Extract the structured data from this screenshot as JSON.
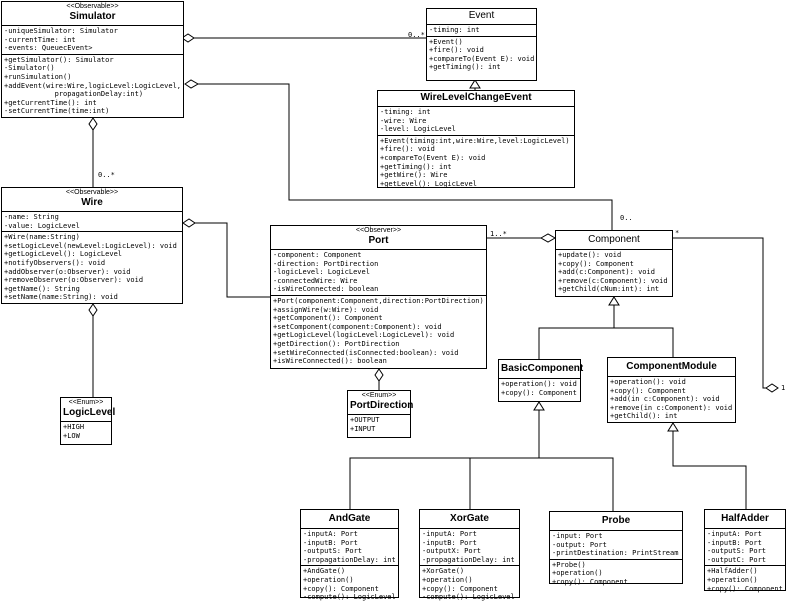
{
  "classes": {
    "simulator": {
      "stereotype": "<<Observable>>",
      "name": "Simulator",
      "fields": [
        "-uniqueSimulator: Simulator",
        "-currentTime: int",
        "-events: QueuecEvent>"
      ],
      "methods": [
        "+getSimulator(): Simulator",
        "-Simulator()",
        "+runSimulation()",
        "+addEvent(wire:Wire,logicLevel:LogicLevel,",
        "            propagationDelay:int)",
        "+getCurrentTime(): int",
        "-setCurrentTime(time:int)"
      ]
    },
    "event": {
      "name": "Event",
      "fields": [
        "-timing: int"
      ],
      "methods": [
        "+Event()",
        "+fire(): void",
        "+compareTo(Event E): void",
        "+getTiming(): int"
      ]
    },
    "wire_level_change_event": {
      "name": "WireLevelChangeEvent",
      "fields": [
        "-timing: int",
        "-wire: Wire",
        "-level: LogicLevel"
      ],
      "methods": [
        "+Event(timing:int,wire:Wire,level:LogicLevel)",
        "+fire(): void",
        "+compareTo(Event E): void",
        "+getTiming(): int",
        "+getWire(): Wire",
        "+getLevel(): LogicLevel"
      ]
    },
    "wire": {
      "stereotype": "<<Observable>>",
      "name": "Wire",
      "fields": [
        "-name: String",
        "-value: LogicLevel"
      ],
      "methods": [
        "+Wire(name:String)",
        "+setLogicLevel(newLevel:LogicLevel): void",
        "+getLogicLevel(): LogicLevel",
        "+notifyObservers(): void",
        "+addObserver(o:Observer): void",
        "+removeObserver(o:Observer): void",
        "+getName(): String",
        "+setName(name:String): void"
      ]
    },
    "port": {
      "stereotype": "<<Observer>>",
      "name": "Port",
      "fields": [
        "-component: Component",
        "-direction: PortDirection",
        "-logicLevel: LogicLevel",
        "-connectedWire: Wire",
        "-isWireConnected: boolean"
      ],
      "methods": [
        "+Port(component:Component,direction:PortDirection)",
        "+assignWire(w:Wire): void",
        "+getComponent(): Component",
        "+setComponent(component:Component): void",
        "+getLogicLevel(logicLevel:LogicLevel): void",
        "+getDirection(): PortDirection",
        "+setWireConnected(isConnected:boolean): void",
        "+isWireConnected(): boolean"
      ]
    },
    "component": {
      "name": "Component",
      "methods": [
        "+update(): void",
        "+copy(): Component",
        "+add(c:Component): void",
        "+remove(c:Component): void",
        "+getChild(cNum:int): int"
      ]
    },
    "logic_level": {
      "stereotype": "<<Enum>>",
      "name": "LogicLevel",
      "values": [
        "+HIGH",
        "+LOW"
      ]
    },
    "port_direction": {
      "stereotype": "<<Enum>>",
      "name": "PortDirection",
      "values": [
        "+OUTPUT",
        "+INPUT"
      ]
    },
    "basic_component": {
      "name": "BasicComponent",
      "methods": [
        "+operation(): void",
        "+copy(): Component"
      ]
    },
    "component_module": {
      "name": "ComponentModule",
      "methods": [
        "+operation(): void",
        "+copy(): Component",
        "+add(in c:Component): void",
        "+remove(in c:Component): void",
        "+getChild(): int"
      ]
    },
    "and_gate": {
      "name": "AndGate",
      "fields": [
        "-inputA: Port",
        "-inputB: Port",
        "-outputS: Port",
        "-propagationDelay: int"
      ],
      "methods": [
        "+AndGate()",
        "+operation()",
        "+copy(): Component",
        "-compute(): LogicLevel"
      ]
    },
    "xor_gate": {
      "name": "XorGate",
      "fields": [
        "-inputA: Port",
        "-inputB: Port",
        "-outputX: Port",
        "-propagationDelay: int"
      ],
      "methods": [
        "+XorGate()",
        "+operation()",
        "+copy(): Component",
        "-compute(): LogicLevel"
      ]
    },
    "probe": {
      "name": "Probe",
      "fields": [
        "-input: Port",
        "-output: Port",
        "-printDestination: PrintStream"
      ],
      "methods": [
        "+Probe()",
        "+operation()",
        "+copy(): Component"
      ]
    },
    "half_adder": {
      "name": "HalfAdder",
      "fields": [
        "-inputA: Port",
        "-inputB: Port",
        "-outputS: Port",
        "-outputC: Port"
      ],
      "methods": [
        "+HalfAdder()",
        "+operation()",
        "+copy(): Component"
      ]
    }
  },
  "multiplicities": {
    "simulator_event": "0..*",
    "simulator_wire": "0..*",
    "simulator_component": "0..",
    "port_component": "1..*",
    "component_self": "*",
    "module_component": "1"
  }
}
